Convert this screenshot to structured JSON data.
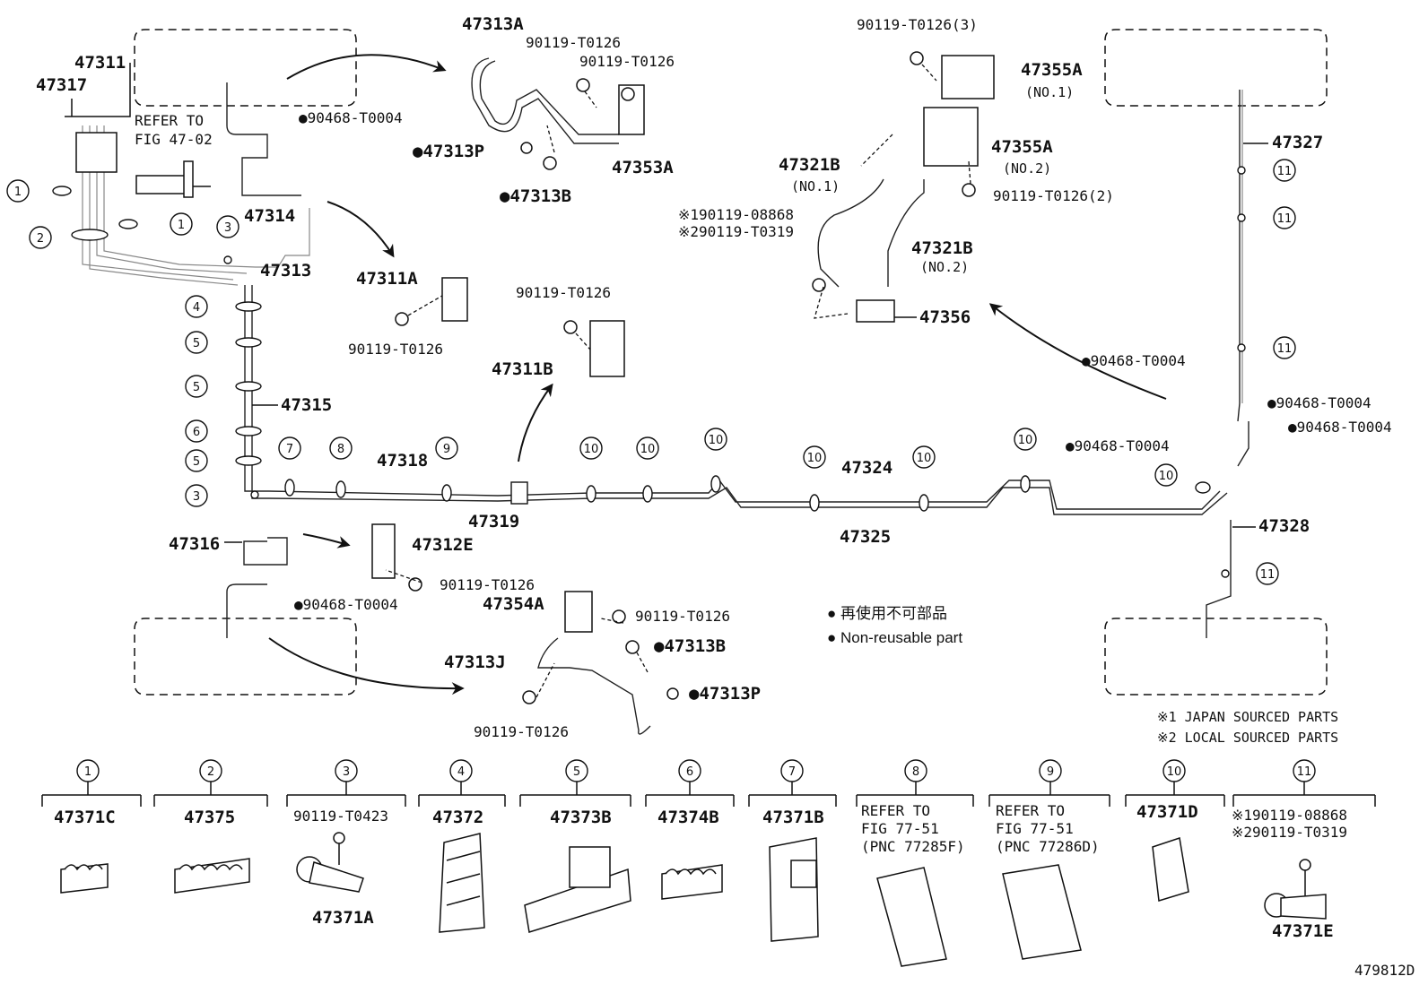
{
  "labels": {
    "p47311": "47311",
    "p47317": "47317",
    "refer_fig_line1": "REFER TO",
    "refer_fig_line2": "FIG 47-02",
    "p90468_a": "●90468-T0004",
    "p47314": "47314",
    "p47313": "47313",
    "p47313A": "47313A",
    "p90119_t0126_a": "90119-T0126",
    "p90119_t0126_b": "90119-T0126",
    "p47313P_a": "●47313P",
    "p47313B_a": "●47313B",
    "p47353A": "47353A",
    "p47311A": "47311A",
    "p90119_t0126_c": "90119-T0126",
    "p90119_t0126_d": "90119-T0126",
    "p47311B": "47311B",
    "p47315": "47315",
    "p47318": "47318",
    "p47319": "47319",
    "p47316": "47316",
    "p47312E": "47312E",
    "p90119_t0126_e": "90119-T0126",
    "p90468_b": "●90468-T0004",
    "p47354A": "47354A",
    "p90119_t0126_f": "90119-T0126",
    "p47313B_b": "●47313B",
    "p47313J": "47313J",
    "p47313P_b": "●47313P",
    "p90119_t0126_g": "90119-T0126",
    "p90119_t0126_3": "90119-T0126(3)",
    "p47355A_1": "47355A",
    "no1_a": "(NO.1)",
    "p47355A_2": "47355A",
    "no2_a": "(NO.2)",
    "p90119_t0126_2": "90119-T0126(2)",
    "p47321B_1": "47321B",
    "no1_b": "(NO.1)",
    "p47321B_2": "47321B",
    "no2_b": "(NO.2)",
    "ref1_90119_08868": "※190119-08868",
    "ref2_90119_T0319": "※290119-T0319",
    "p47356": "47356",
    "p47327": "47327",
    "p90468_c": "●90468-T0004",
    "p90468_d": "●90468-T0004",
    "p90468_e": "●90468-T0004",
    "p90468_f": "●90468-T0004",
    "p47324": "47324",
    "p47325": "47325",
    "p47328": "47328",
    "legend_jp": "● 再使用不可部品",
    "legend_en": "● Non-reusable part",
    "note1": "※1 JAPAN SOURCED PARTS",
    "note2": "※2 LOCAL SOURCED PARTS",
    "diagram_id": "479812D"
  },
  "callouts": {
    "c1": "1",
    "c2": "2",
    "c3": "3",
    "c4": "4",
    "c5": "5",
    "c6": "6",
    "c7": "7",
    "c8": "8",
    "c9": "9",
    "c10": "10",
    "c11": "11"
  },
  "legend_parts": [
    {
      "num": "1",
      "pnc": "47371C"
    },
    {
      "num": "2",
      "pnc": "47375"
    },
    {
      "num": "3",
      "pnc_top": "90119-T0423",
      "pnc": "47371A"
    },
    {
      "num": "4",
      "pnc": "47372"
    },
    {
      "num": "5",
      "pnc": "47373B"
    },
    {
      "num": "6",
      "pnc": "47374B"
    },
    {
      "num": "7",
      "pnc": "47371B"
    },
    {
      "num": "8",
      "ref1": "REFER TO",
      "ref2": "FIG 77-51",
      "ref3": "(PNC 77285F)"
    },
    {
      "num": "9",
      "ref1": "REFER TO",
      "ref2": "FIG 77-51",
      "ref3": "(PNC 77286D)"
    },
    {
      "num": "10",
      "pnc": "47371D"
    },
    {
      "num": "11",
      "ref_a": "※190119-08868",
      "ref_b": "※290119-T0319",
      "pnc": "47371E"
    }
  ]
}
